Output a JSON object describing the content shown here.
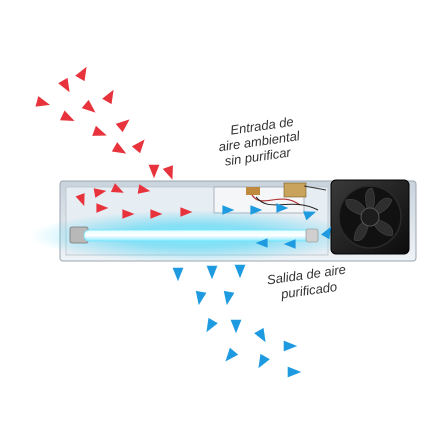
{
  "labels": {
    "intake_line1": "Entrada de",
    "intake_line2": "aire ambiental",
    "intake_line3": "sin purificar",
    "outlet_line1": "Salida de aire",
    "outlet_line2": "purificado"
  },
  "colors": {
    "intake_arrow": "#e8323c",
    "outlet_arrow": "#1e9be0",
    "uv_glow": "#3fd4f5",
    "panel": "#dfe7ee",
    "fan": "#1b1b1b"
  },
  "icons": {
    "intake": "red-triangle-arrow-icon",
    "outlet": "blue-triangle-arrow-icon",
    "fan": "fan-icon",
    "uv_lamp": "uv-lamp-icon"
  }
}
